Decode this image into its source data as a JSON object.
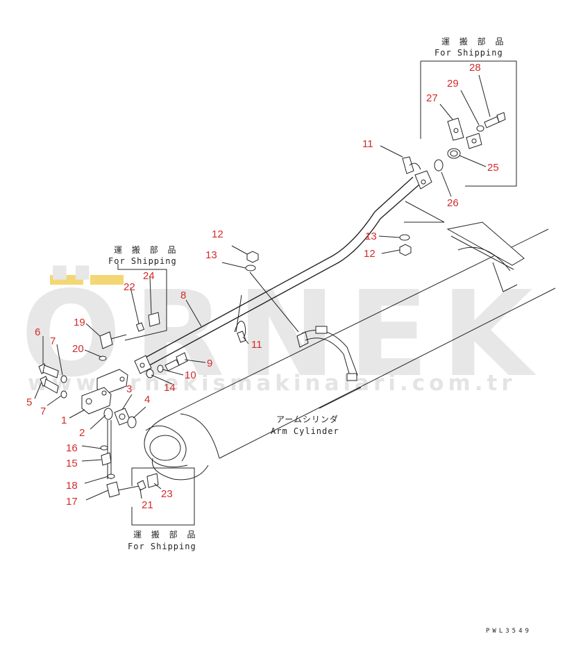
{
  "watermark": {
    "brand": "ÖRNEK",
    "url": "www.ornekismakinalari.com.tr"
  },
  "labels": {
    "shipping_jp": "運 搬 部 品",
    "shipping_en": "For Shipping",
    "arm_cylinder_jp": "アームシリンダ",
    "arm_cylinder_en": "Arm Cylinder",
    "drawing_code": "PWL3549"
  },
  "part_numbers": [
    "1",
    "2",
    "3",
    "4",
    "5",
    "6",
    "7",
    "7",
    "8",
    "9",
    "10",
    "11",
    "11",
    "12",
    "12",
    "13",
    "13",
    "14",
    "15",
    "16",
    "17",
    "18",
    "19",
    "20",
    "21",
    "22",
    "23",
    "24",
    "25",
    "26",
    "27",
    "28",
    "29"
  ],
  "colors": {
    "callout": "#d42a2a",
    "line": "#222222",
    "watermark": "#e7e7e7",
    "watermark_accent": "#f3d774"
  }
}
